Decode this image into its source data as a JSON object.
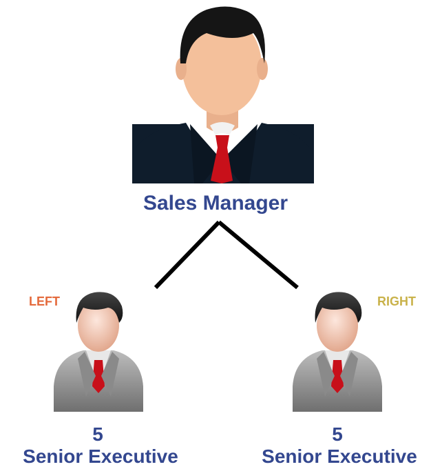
{
  "manager": {
    "title": "Sales Manager"
  },
  "left": {
    "tag": "LEFT",
    "tag_color": "#e46a3c",
    "count": "5",
    "role": "Senior Executive"
  },
  "right": {
    "tag": "RIGHT",
    "tag_color": "#c9b24a",
    "count": "5",
    "role": "Senior Executive"
  },
  "colors": {
    "text": "#33478f",
    "connector": "#000000",
    "tie": "#c8101a",
    "skin": "#f4c09b",
    "suit_dark": "#0f1d2c"
  },
  "icons": [
    "manager-avatar-icon",
    "senior-executive-icon-left",
    "senior-executive-icon-right"
  ]
}
